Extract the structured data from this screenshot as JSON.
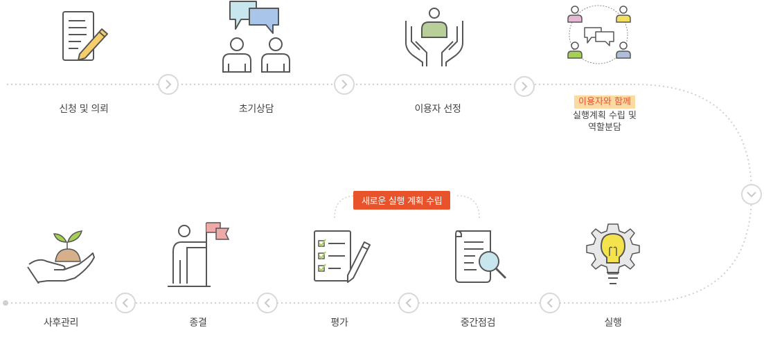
{
  "steps_top": [
    {
      "label": "신청 및 의뢰"
    },
    {
      "label": "초기상담"
    },
    {
      "label": "이용자 선정"
    },
    {
      "label_highlight": "이용자와 함께",
      "label_line2": "실행계획 수립 및",
      "label_line3": "역할분담"
    }
  ],
  "steps_bottom": [
    {
      "label": "사후관리"
    },
    {
      "label": "종결"
    },
    {
      "label": "평가"
    },
    {
      "label": "중간점검"
    },
    {
      "label": "실행"
    }
  ],
  "loop_tag": "새로운 실행 계획 수립",
  "colors": {
    "accent": "#e8532c",
    "highlight_bg": "#fdd9a3",
    "line": "#cfcfcf",
    "icon_stroke": "#555555"
  }
}
